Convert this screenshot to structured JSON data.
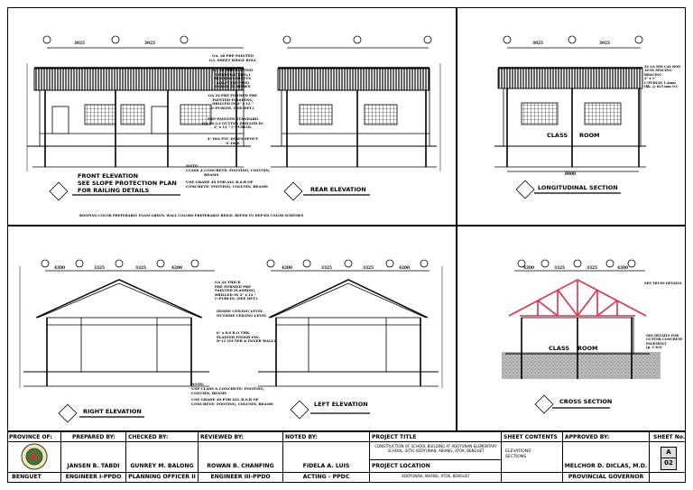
{
  "drawings": {
    "front_elevation": {
      "title_lines": [
        "FRONT ELEVATION",
        "SEE SLOPE PROTECTION PLAN",
        "FOR RAILING DETAILS"
      ],
      "dims": [
        "3925",
        "3925"
      ]
    },
    "rear_elevation": {
      "title": "REAR ELEVATION"
    },
    "longitudinal_section": {
      "title": "LONGITUDINAL  SECTION",
      "room_label": [
        "CLASS",
        "ROOM"
      ],
      "dims": [
        "3925",
        "3925"
      ],
      "bottom_dim": "8000"
    },
    "right_elevation": {
      "title": "RIGHT ELEVATION",
      "dims": [
        "4200",
        "3325",
        "3325",
        "4200"
      ]
    },
    "left_elevation": {
      "title": "LEFT ELEVATION",
      "dims": [
        "4200",
        "3325",
        "3325",
        "4200"
      ]
    },
    "cross_section": {
      "title": "CROSS SECTION",
      "room_label": [
        "CLASS",
        "ROOM"
      ],
      "dims": [
        "4200",
        "3325",
        "3325",
        "4200"
      ]
    }
  },
  "notes": {
    "roof_callouts": [
      "GA. 26 PRE-PAINTED",
      "G.I. SHEET RIDGE ROLL",
      "GA 26 PRE-PAINTED",
      "CORRUGATED G.I",
      "ROOFING SHEETS",
      "ADAPT (DEP-ED)",
      "COLOR SCHEMES",
      "GA 22 PRE FORMED PRE",
      "PAINTED FLASHING,",
      "DRILLED IN 2\" x 12 \"",
      "C-PURLIN. (SEE DET.)",
      "PRE-PAINTED STANDARD",
      "GA 24 G.I GUTTER DRILLED IN",
      "2\" x 12 \" C-PURLIN.",
      "4\" DIA PVC DOWN SPOUT",
      "S-1000"
    ],
    "front_notes": [
      "NOTE:",
      "CLASS A CONCRETE: FOOTING, COLUMN,",
      "BEAMS",
      "USE GRADE 40 FOR ALL R.S.B OF",
      "CONCRETE: FOOTING, COLUMN, BEAMS"
    ],
    "color_note": "ROOFING COLOR PREFERABLY FOAM GREEN. WALL COLORS PREFERABLY BEIGE. REFER TO DEP-ED COLOR SCHEMES",
    "right_callouts": [
      "GA 24 THICK",
      "PRE FORMED PRE",
      "PAINTED FLASHING,",
      "DRILLED IN 2\" x 12 \"",
      "C-PURLIN. (SEE DET.)",
      "INSIDE CEILING LEVEL",
      "OUTSIDE CEILING LEVEL",
      "6\" x 8.0 R.O THK.",
      "PLASTER FINISH FIN.",
      "D-11 (OUTER & INNER WALL)."
    ],
    "right_notes": [
      "NOTE:",
      "USE CLASS A CONCRETE: FOOTING,",
      "COLUMN, BEAMS",
      "USE GRADE 40 FOR ALL R.S.B OF",
      "CONCRETE: FOOTING, COLUMN, BEAMS"
    ],
    "long_callouts": [
      "32 GA MM CAL ROD",
      "16-IN SPACING",
      "BRACING",
      "2\" x 1\"",
      "C-PURLIN 1.2mm",
      "thk. @ 625 mm O.C"
    ],
    "cross_callouts": [
      "SEE TRUSS DETAILS",
      "SEE DETAILS FOR",
      "GUTTER CONCRETE",
      "PAVEMENT",
      "(p. C-03)"
    ]
  },
  "title_block": {
    "province_label": "PROVINCE OF:",
    "province": "BENGUET",
    "prepared_label": "PREPARED BY:",
    "prepared_name": "JANSEN B. TABDI",
    "prepared_title": "ENGINEER I-PPDO",
    "checked_label": "CHECKED BY:",
    "checked_name": "GUNREY M. BALONG",
    "checked_title": "PLANNING OFFICER II",
    "reviewed_label": "REVIEWED BY:",
    "reviewed_name": "ROWAN B. CHANFING",
    "reviewed_title": "ENGINEER III-PPDO",
    "noted_label": "NOTED BY:",
    "noted_name": "FIDELA A. LUIS",
    "noted_title": "ACTING - PPDC",
    "project_title_label": "PROJECT TITLE",
    "project_title": "CONSTRUCTION OF SCHOOL BUILDING AT ADOYUNAN ELEMENTARY SCHOOL, SITIO ADOYUNAN, ABIANG, ATOK, BENGUET",
    "project_location_label": "PROJECT LOCATION",
    "project_location": "ADOYUNAN, ABIANG, ATOK, BENGUET",
    "sheet_contents_label": "SHEET CONTENTS",
    "sheet_contents": [
      "ELEVATIONS",
      "SECTIONS"
    ],
    "approved_label": "APPROVED BY:",
    "approved_name": "MELCHOR D. DICLAS, M.D.",
    "approved_title": "PROVINCIAL GOVERNOR",
    "sheet_no_label": "SHEET No.",
    "sheet_letter": "A",
    "sheet_number": "02"
  }
}
